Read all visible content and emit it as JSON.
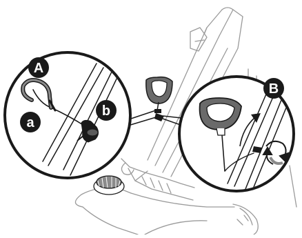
{
  "callouts": {
    "detail_a": {
      "badge": "A",
      "labels": {
        "handle": "a",
        "clip": "b"
      }
    },
    "detail_b": {
      "badge": "B"
    }
  },
  "colors": {
    "line": "#1a1a1a",
    "soft_line": "#9a9a9a",
    "grip": "#666666",
    "badge": "#1a1a1a",
    "badge_text": "#ffffff"
  },
  "icons": [
    "adjust-handle-icon",
    "cable-clip-icon",
    "rotate-arrow-icon",
    "lift-arrow-icon"
  ]
}
